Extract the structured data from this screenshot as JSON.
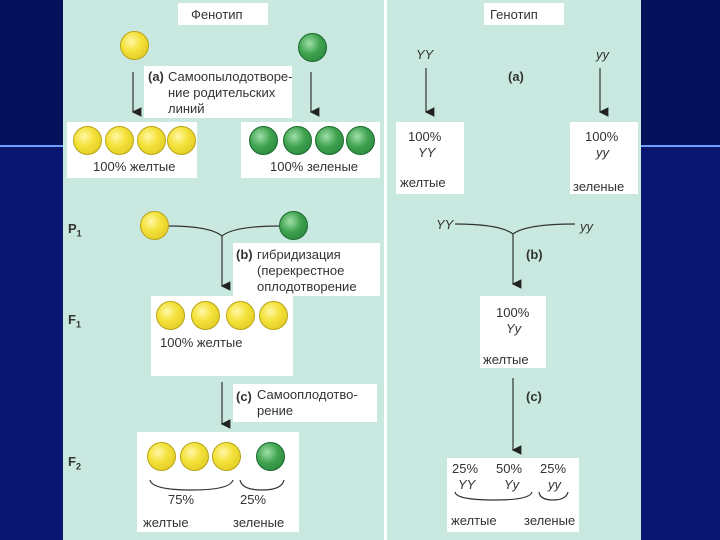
{
  "headers": {
    "phenotype": "Фенотип",
    "genotype": "Генотип"
  },
  "generations": {
    "p1": "P",
    "p1_sub": "1",
    "f1": "F",
    "f1_sub": "1",
    "f2": "F",
    "f2_sub": "2"
  },
  "steps": {
    "a": "(a)",
    "a_text_1": "Самоопылодотворе-",
    "a_text_2": "ние родительских",
    "a_text_3": "линий",
    "b": "(b)",
    "b_text_1": "гибридизация",
    "b_text_2": "(перекрестное",
    "b_text_3": "оплодотворение",
    "c": "(c)",
    "c_text_1": "Самооплодотво-",
    "c_text_2": "рение"
  },
  "phenotype": {
    "parent_yellow_label": "100% желтые",
    "parent_green_label": "100% зеленые",
    "f1_label": "100% желтые",
    "f2_pct_yellow": "75%",
    "f2_pct_green": "25%",
    "f2_yellow_word": "желтые",
    "f2_green_word": "зеленые"
  },
  "genotype": {
    "parent_left_top": "YY",
    "parent_right_top": "yy",
    "parent_left_pct": "100%",
    "parent_left_geno": "YY",
    "parent_left_word": "желтые",
    "parent_right_pct": "100%",
    "parent_right_geno": "yy",
    "parent_right_word": "зеленые",
    "cross_left": "YY",
    "cross_right": "yy",
    "f1_pct": "100%",
    "f1_geno": "Yy",
    "f1_word": "желтые",
    "f2_pct_1": "25%",
    "f2_geno_1": "YY",
    "f2_pct_2": "50%",
    "f2_geno_2": "Yy",
    "f2_pct_3": "25%",
    "f2_geno_3": "yy",
    "f2_yellow_word": "желтые",
    "f2_green_word": "зеленые"
  },
  "colors": {
    "panel": "#c8e8e0",
    "yellow_pea": "#f4e23a",
    "green_pea": "#3ea24e",
    "background": "#0a1670"
  }
}
